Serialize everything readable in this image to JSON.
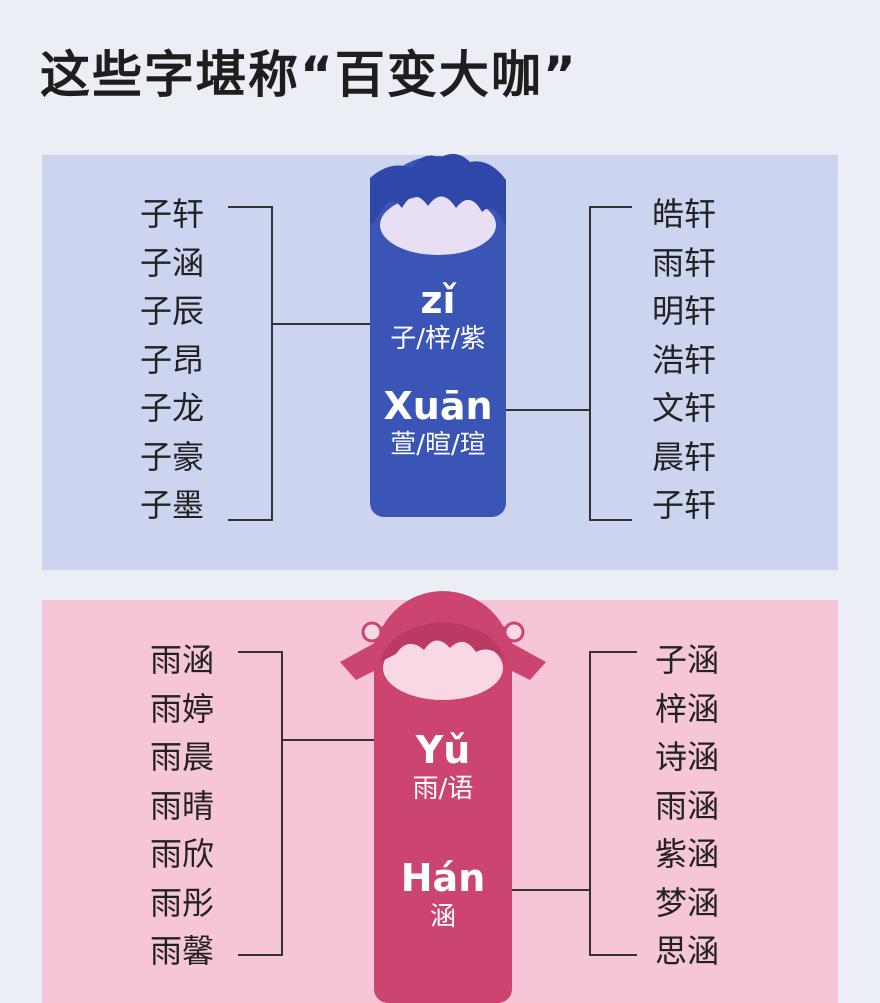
{
  "title": "这些字堪称“百变大咖”",
  "colors": {
    "boy_panel": "#ccd4ef",
    "girl_panel": "#f6c6d8",
    "boy_figure": "#3a55b6",
    "girl_figure": "#cc4470"
  },
  "boy": {
    "left_names": [
      "子轩",
      "子涵",
      "子辰",
      "子昂",
      "子龙",
      "子豪",
      "子墨"
    ],
    "right_names": [
      "皓轩",
      "雨轩",
      "明轩",
      "浩轩",
      "文轩",
      "晨轩",
      "子轩"
    ],
    "syllable1": {
      "pinyin": "zǐ",
      "chars": "子/梓/紫"
    },
    "syllable2": {
      "pinyin": "Xuān",
      "chars": "萱/暄/瑄"
    }
  },
  "girl": {
    "left_names": [
      "雨涵",
      "雨婷",
      "雨晨",
      "雨晴",
      "雨欣",
      "雨彤",
      "雨馨"
    ],
    "right_names": [
      "子涵",
      "梓涵",
      "诗涵",
      "雨涵",
      "紫涵",
      "梦涵",
      "思涵"
    ],
    "syllable1": {
      "pinyin": "Yǔ",
      "chars": "雨/语"
    },
    "syllable2": {
      "pinyin": "Hán",
      "chars": "涵"
    }
  }
}
